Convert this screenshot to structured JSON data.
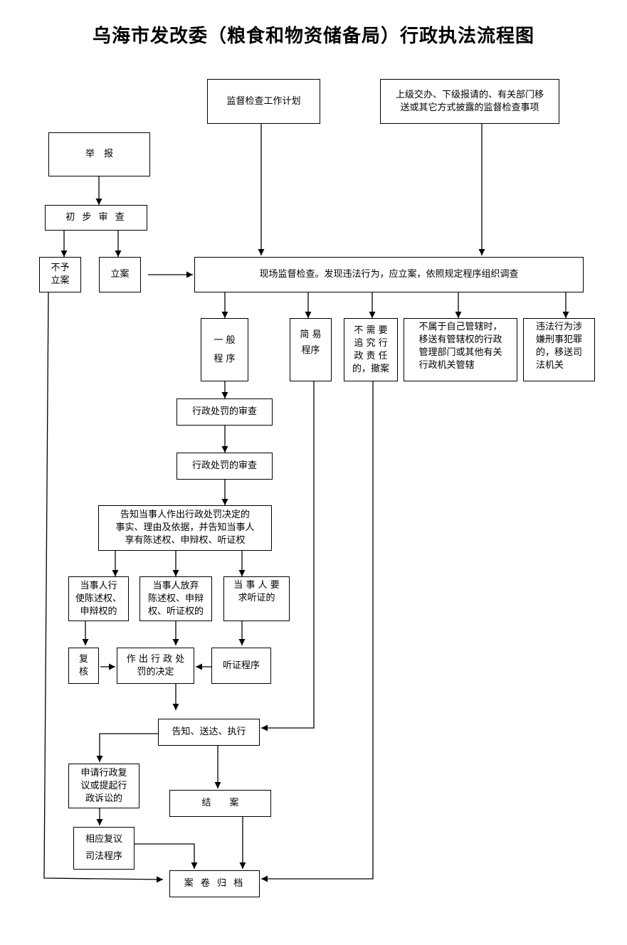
{
  "title": "乌海市发改委（粮食和物资储备局）行政执法流程图",
  "nodes": {
    "supervision_plan": "监督检查工作计划",
    "referral_matters": "上级交办、下级报请的、有关部门移\n送或其它方式披露的监督检查事项",
    "report": "举　报",
    "preliminary_review": "初 步 审 查",
    "not_filed": "不予\n立案",
    "filed": "立案",
    "onsite_inspection": "现场监督检查。发现违法行为，应立案，依照规定程序组织调查",
    "general_procedure": "一 般\n程 序",
    "simple_procedure": "简 易\n程序",
    "no_liability": "不 需 要\n追 究 行\n政 责 任\n的，撤案",
    "not_jurisdiction": "不属于自己管辖时，\n移送有管辖权的行政\n管理部门或其他有关\n行政机关管辖",
    "criminal_transfer": "违法行为涉\n嫌刑事犯罪\n的，移送司\n法机关",
    "penalty_review_1": "行政处罚的审查",
    "penalty_review_2": "行政处罚的审查",
    "notify_party": "告知当事人作出行政处罚决定的\n事实、理由及依据，并告知当事人\n享有陈述权、申辩权、听证权",
    "exercise_rights": "当事人行\n使陈述权、\n申辩权的",
    "waive_rights": "当事人放弃\n陈述权、申辩\n权、听证权的",
    "request_hearing": "当 事 人 要\n求听证的",
    "recheck": "复\n核",
    "make_decision": "作 出 行 政 处\n罚的决定",
    "hearing_procedure": "听证程序",
    "notify_deliver_execute": "告知、送达、执行",
    "apply_review": "申请行政复\n议或提起行\n政诉讼的",
    "close_case": "结　　案",
    "judicial_procedure": "相应复议\n司法程序",
    "archive": "案 卷 归 档"
  }
}
